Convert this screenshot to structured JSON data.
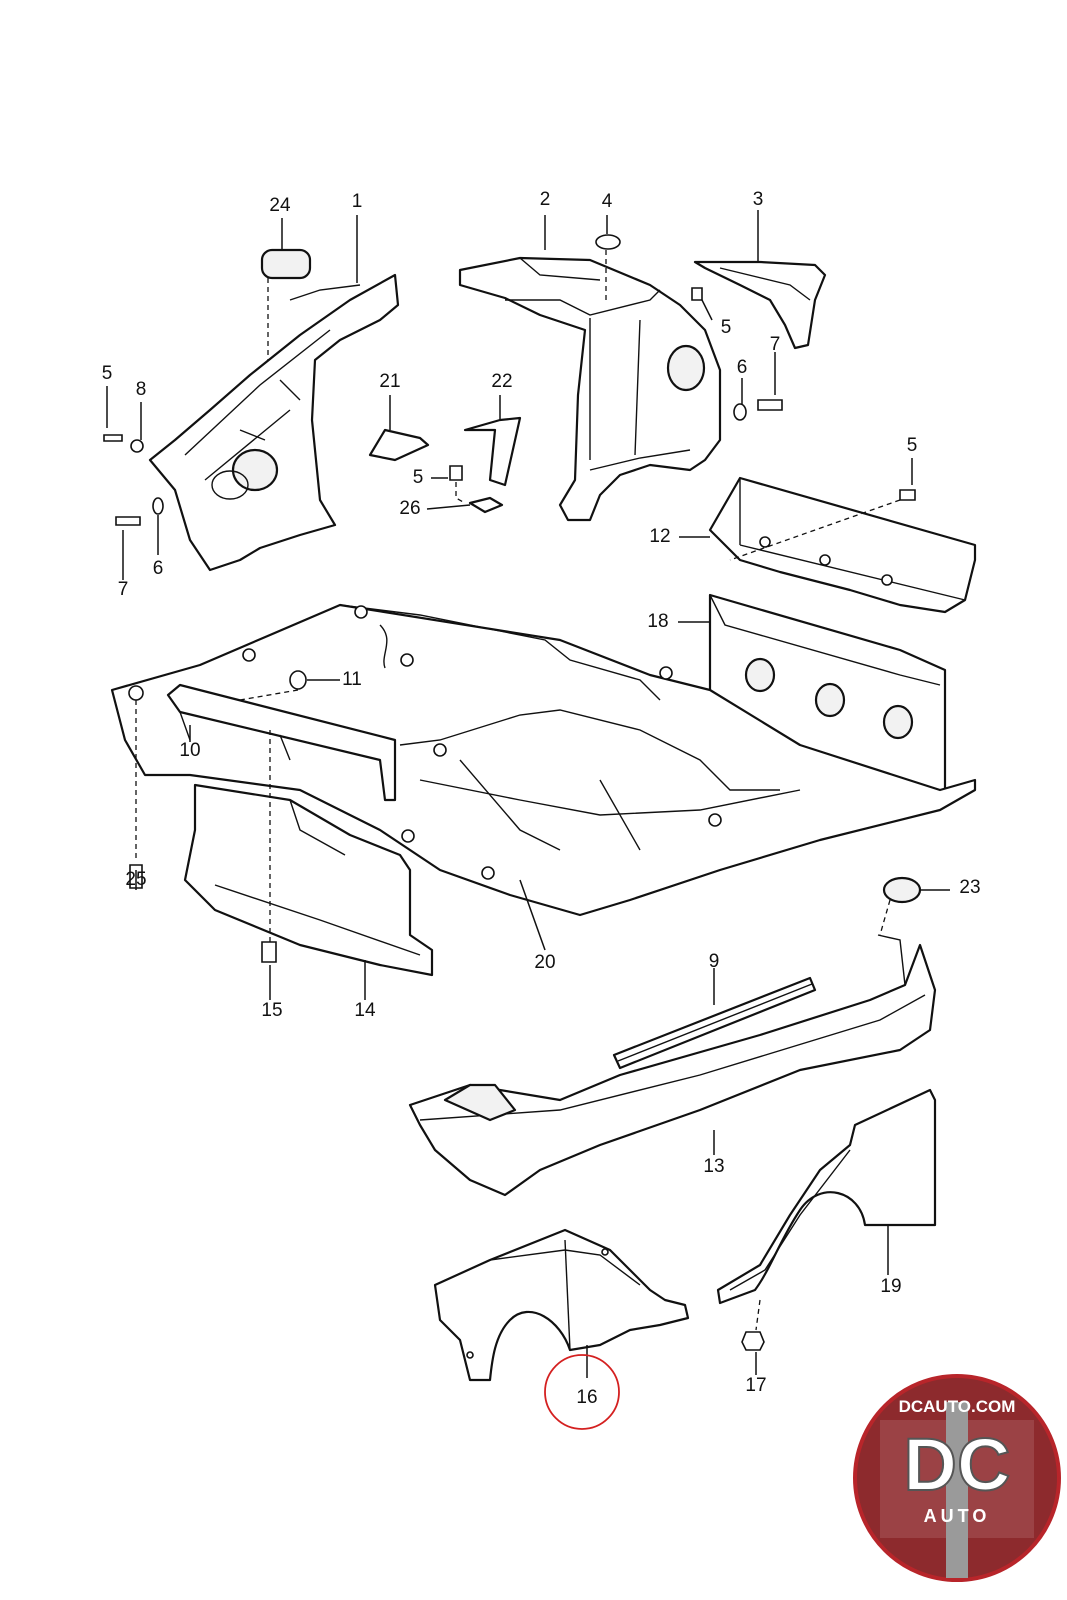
{
  "callouts": {
    "c1": "1",
    "c2": "2",
    "c3": "3",
    "c4": "4",
    "c5a": "5",
    "c5b": "5",
    "c5c": "5",
    "c5d": "5",
    "c6a": "6",
    "c6b": "6",
    "c7a": "7",
    "c7b": "7",
    "c8": "8",
    "c9": "9",
    "c10": "10",
    "c11": "11",
    "c12": "12",
    "c13": "13",
    "c14": "14",
    "c15": "15",
    "c16": "16",
    "c17": "17",
    "c18": "18",
    "c19": "19",
    "c20": "20",
    "c21": "21",
    "c22": "22",
    "c23": "23",
    "c24": "24",
    "c25": "25",
    "c26": "26"
  },
  "highlighted_part": "16",
  "highlight_color": "#d42020",
  "logo": {
    "url_text": "DCAUTO.COM",
    "initials": "DC",
    "subtitle": "AUTO",
    "primary_color": "#b8252a",
    "secondary_color": "#8c8c8c"
  }
}
